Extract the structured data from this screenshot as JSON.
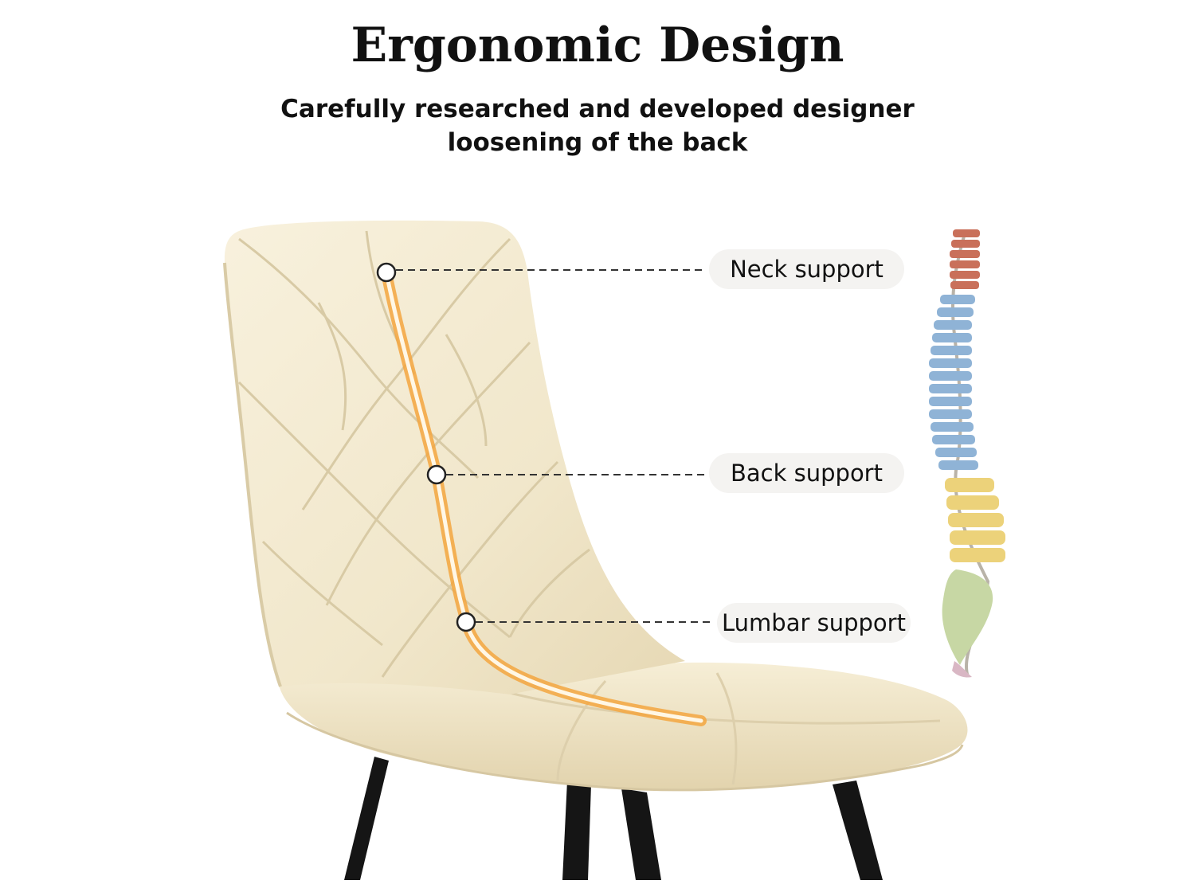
{
  "header": {
    "title": "Ergonomic Design",
    "subtitle_line1": "Carefully researched and developed designer",
    "subtitle_line2": "loosening of the back"
  },
  "callouts": [
    {
      "label": "Neck support"
    },
    {
      "label": "Back support"
    },
    {
      "label": "Lumbar support"
    }
  ],
  "colors": {
    "chair_fabric": "#f3ead2",
    "chair_shadow": "#dccfae",
    "spine_curve": "#f0a33a",
    "legs": "#111111",
    "spine_cervical": "#c9705a",
    "spine_thoracic": "#8fb3d6",
    "spine_lumbar": "#ecd27a",
    "spine_sacral": "#c7d7a4"
  }
}
